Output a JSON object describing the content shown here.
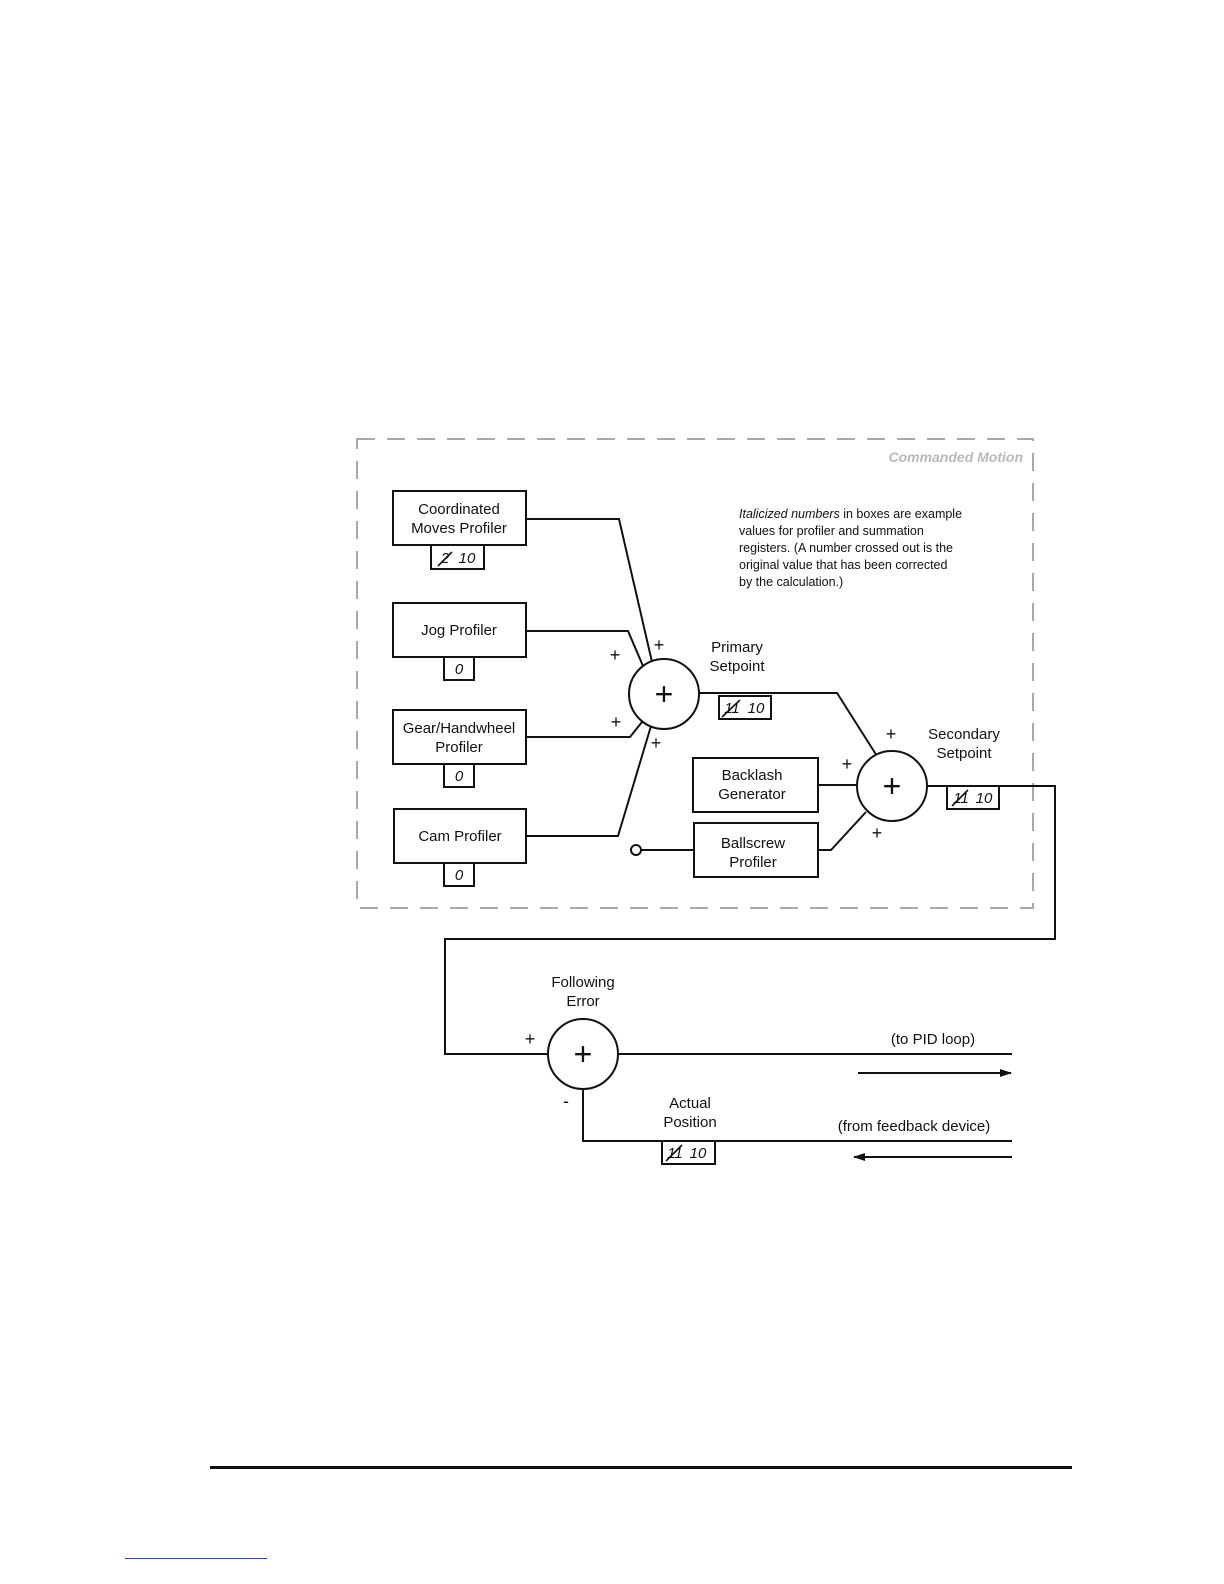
{
  "region_title": "Commanded Motion",
  "note": {
    "line1_italic": "Italicized numbers",
    "line1_rest": " in boxes are example",
    "line2": "values for profiler and summation",
    "line3": "registers. (A number crossed out is the",
    "line4": "original value that has been corrected",
    "line5": "by the calculation.)"
  },
  "profilers": {
    "coordinated": {
      "line1": "Coordinated",
      "line2": "Moves Profiler",
      "old_value": "2",
      "value": "10"
    },
    "jog": {
      "label": "Jog Profiler",
      "value": "0"
    },
    "gear": {
      "line1": "Gear/Handwheel",
      "line2": "Profiler",
      "value": "0"
    },
    "cam": {
      "label": "Cam Profiler",
      "value": "0"
    }
  },
  "primary_setpoint": {
    "line1": "Primary",
    "line2": "Setpoint",
    "old_value": "11",
    "value": "10"
  },
  "secondary_setpoint": {
    "line1": "Secondary",
    "line2": "Setpoint",
    "old_value": "11",
    "value": "10"
  },
  "backlash": {
    "line1": "Backlash",
    "line2": "Generator"
  },
  "ballscrew": {
    "line1": "Ballscrew",
    "line2": "Profiler"
  },
  "following_error": {
    "line1": "Following",
    "line2": "Error"
  },
  "actual_position": {
    "line1": "Actual",
    "line2": "Position",
    "old_value": "11",
    "value": "10"
  },
  "to_pid": "(to PID loop)",
  "from_feedback": "(from feedback device)",
  "summer_symbol": "+",
  "signs": {
    "plus": "+",
    "minus": "-"
  }
}
